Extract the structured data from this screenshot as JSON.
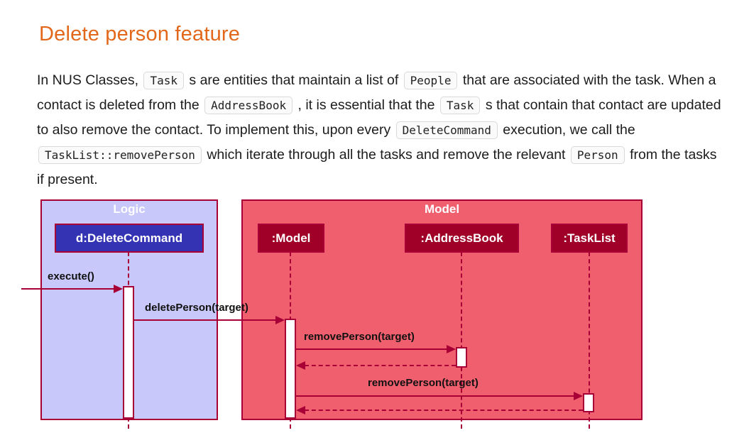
{
  "heading": {
    "text": "Delete person feature",
    "color": "#E2671B"
  },
  "paragraph": {
    "segments": [
      {
        "type": "text",
        "value": "In NUS Classes, "
      },
      {
        "type": "code",
        "value": "Task"
      },
      {
        "type": "text",
        "value": " s are entities that maintain a list of "
      },
      {
        "type": "code",
        "value": "People"
      },
      {
        "type": "text",
        "value": " that are associated with the task. When a contact is deleted from the "
      },
      {
        "type": "code",
        "value": "AddressBook"
      },
      {
        "type": "text",
        "value": " , it is essential that the "
      },
      {
        "type": "code",
        "value": "Task"
      },
      {
        "type": "text",
        "value": " s that contain that contact are updated to also remove the contact. To implement this, upon every "
      },
      {
        "type": "code",
        "value": "DeleteCommand"
      },
      {
        "type": "text",
        "value": " execution, we call the "
      },
      {
        "type": "code",
        "value": "TaskList::removePerson"
      },
      {
        "type": "text",
        "value": " which iterate through all the tasks and remove the relevant "
      },
      {
        "type": "code",
        "value": "Person"
      },
      {
        "type": "text",
        "value": " from the tasks if present."
      }
    ]
  },
  "diagram": {
    "type": "uml-sequence",
    "colors": {
      "line": "#A80036",
      "logic_frame_fill": "#C8C8FA",
      "model_frame_fill": "#F05F6E",
      "participant_red_fill": "#A00028",
      "participant_blue_fill": "#3333B4"
    },
    "frames": [
      {
        "name": "Logic"
      },
      {
        "name": "Model"
      }
    ],
    "participants": [
      {
        "label": "d:DeleteCommand",
        "frame": "Logic"
      },
      {
        "label": ":Model",
        "frame": "Model"
      },
      {
        "label": ":AddressBook",
        "frame": "Model"
      },
      {
        "label": ":TaskList",
        "frame": "Model"
      }
    ],
    "messages": [
      {
        "label": "execute()",
        "from": "external",
        "to": "d:DeleteCommand",
        "style": "solid"
      },
      {
        "label": "deletePerson(target)",
        "from": "d:DeleteCommand",
        "to": ":Model",
        "style": "solid"
      },
      {
        "label": "removePerson(target)",
        "from": ":Model",
        "to": ":AddressBook",
        "style": "solid"
      },
      {
        "label": "",
        "from": ":AddressBook",
        "to": ":Model",
        "style": "dashed-return"
      },
      {
        "label": "removePerson(target)",
        "from": ":Model",
        "to": ":TaskList",
        "style": "solid"
      },
      {
        "label": "",
        "from": ":TaskList",
        "to": ":Model",
        "style": "dashed-return"
      }
    ]
  }
}
